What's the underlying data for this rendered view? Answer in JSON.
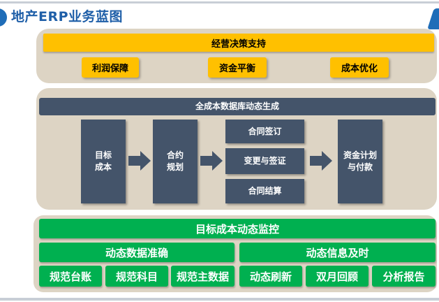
{
  "header": {
    "title": "地产ERP业务蓝图"
  },
  "decision": {
    "title": "经营决策支持",
    "items": [
      "利润保障",
      "资金平衡",
      "成本优化"
    ]
  },
  "database": {
    "title": "全成本数据库动态生成",
    "target_cost": "目标\n成本",
    "contract_plan": "合约\n规划",
    "contract_sign": "合同签订",
    "change_visa": "变更与签证",
    "contract_settle": "合同结算",
    "fund_plan": "资金计划\n与付款"
  },
  "monitor": {
    "title": "目标成本动态监控",
    "left_group": {
      "title": "动态数据准确",
      "items": [
        "规范台账",
        "规范科目",
        "规范主数据"
      ]
    },
    "right_group": {
      "title": "动态信息及时",
      "items": [
        "动态刷新",
        "双月回顾",
        "分析报告"
      ]
    }
  },
  "colors": {
    "gold": "#ffc000",
    "slate": "#44546a",
    "green": "#00b050",
    "panel": "#ddd4c4",
    "title_blue": "#1f5fa8"
  },
  "icons": [
    "right-arrow-icon"
  ]
}
